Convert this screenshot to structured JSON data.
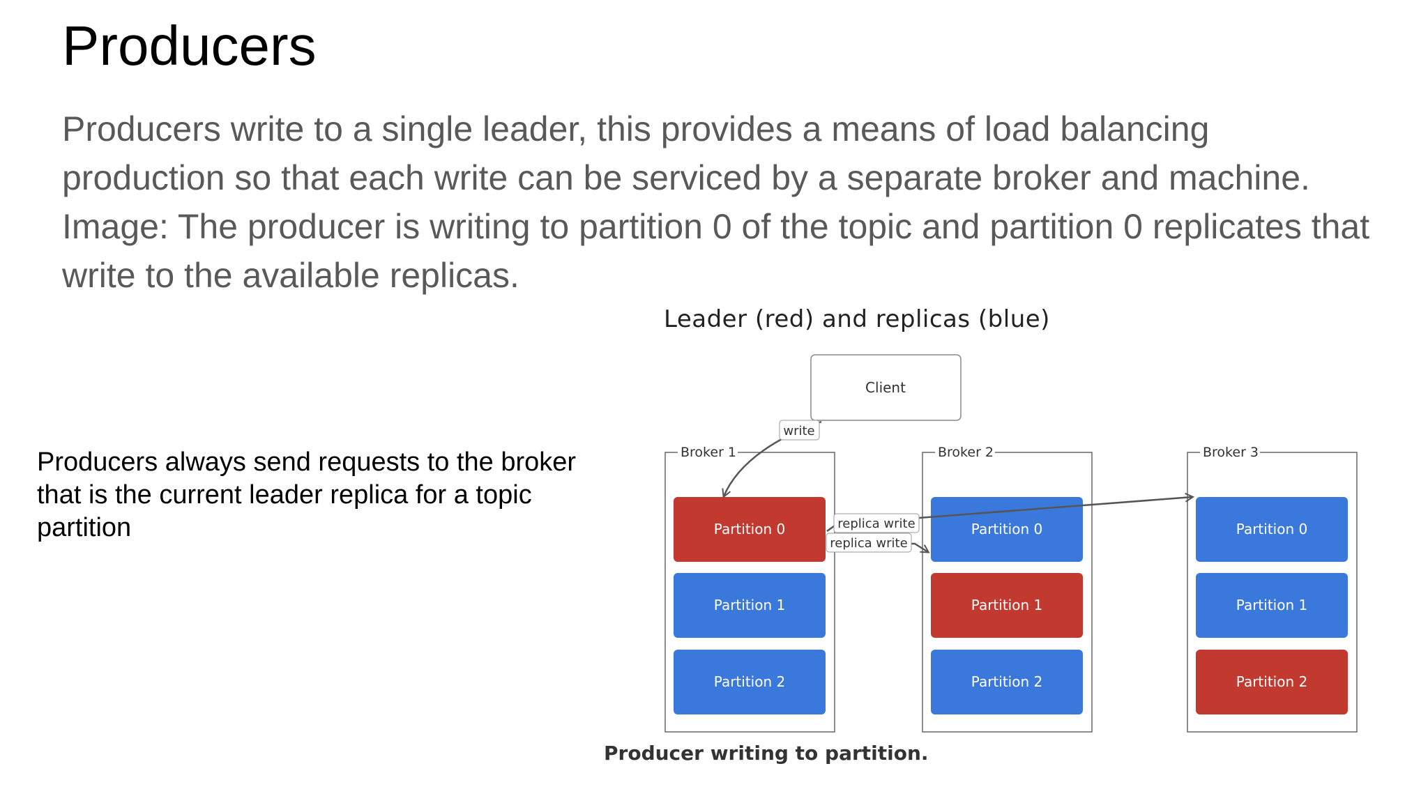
{
  "slide": {
    "title": "Producers",
    "body": "Producers write to a single leader, this provides a means of load balancing production so that each write can be serviced by a separate broker and machine. Image: The producer is writing to partition 0 of the topic and partition 0 replicates that write to the available replicas.",
    "side_note": "Producers always send requests to the broker that is the current leader replica for a topic partition"
  },
  "diagram": {
    "title": "Leader (red) and replicas (blue)",
    "client_label": "Client",
    "write_label": "write",
    "replica_write_labels": [
      "replica write",
      "replica write"
    ],
    "caption": "Producer writing to partition.",
    "colors": {
      "leader": "#c1392f",
      "replica": "#3b78db"
    },
    "brokers": [
      {
        "label": "Broker 1",
        "partitions": [
          {
            "label": "Partition 0",
            "role": "leader"
          },
          {
            "label": "Partition 1",
            "role": "replica"
          },
          {
            "label": "Partition 2",
            "role": "replica"
          }
        ]
      },
      {
        "label": "Broker 2",
        "partitions": [
          {
            "label": "Partition 0",
            "role": "replica"
          },
          {
            "label": "Partition 1",
            "role": "leader"
          },
          {
            "label": "Partition 2",
            "role": "replica"
          }
        ]
      },
      {
        "label": "Broker 3",
        "partitions": [
          {
            "label": "Partition 0",
            "role": "replica"
          },
          {
            "label": "Partition 1",
            "role": "replica"
          },
          {
            "label": "Partition 2",
            "role": "leader"
          }
        ]
      }
    ]
  }
}
